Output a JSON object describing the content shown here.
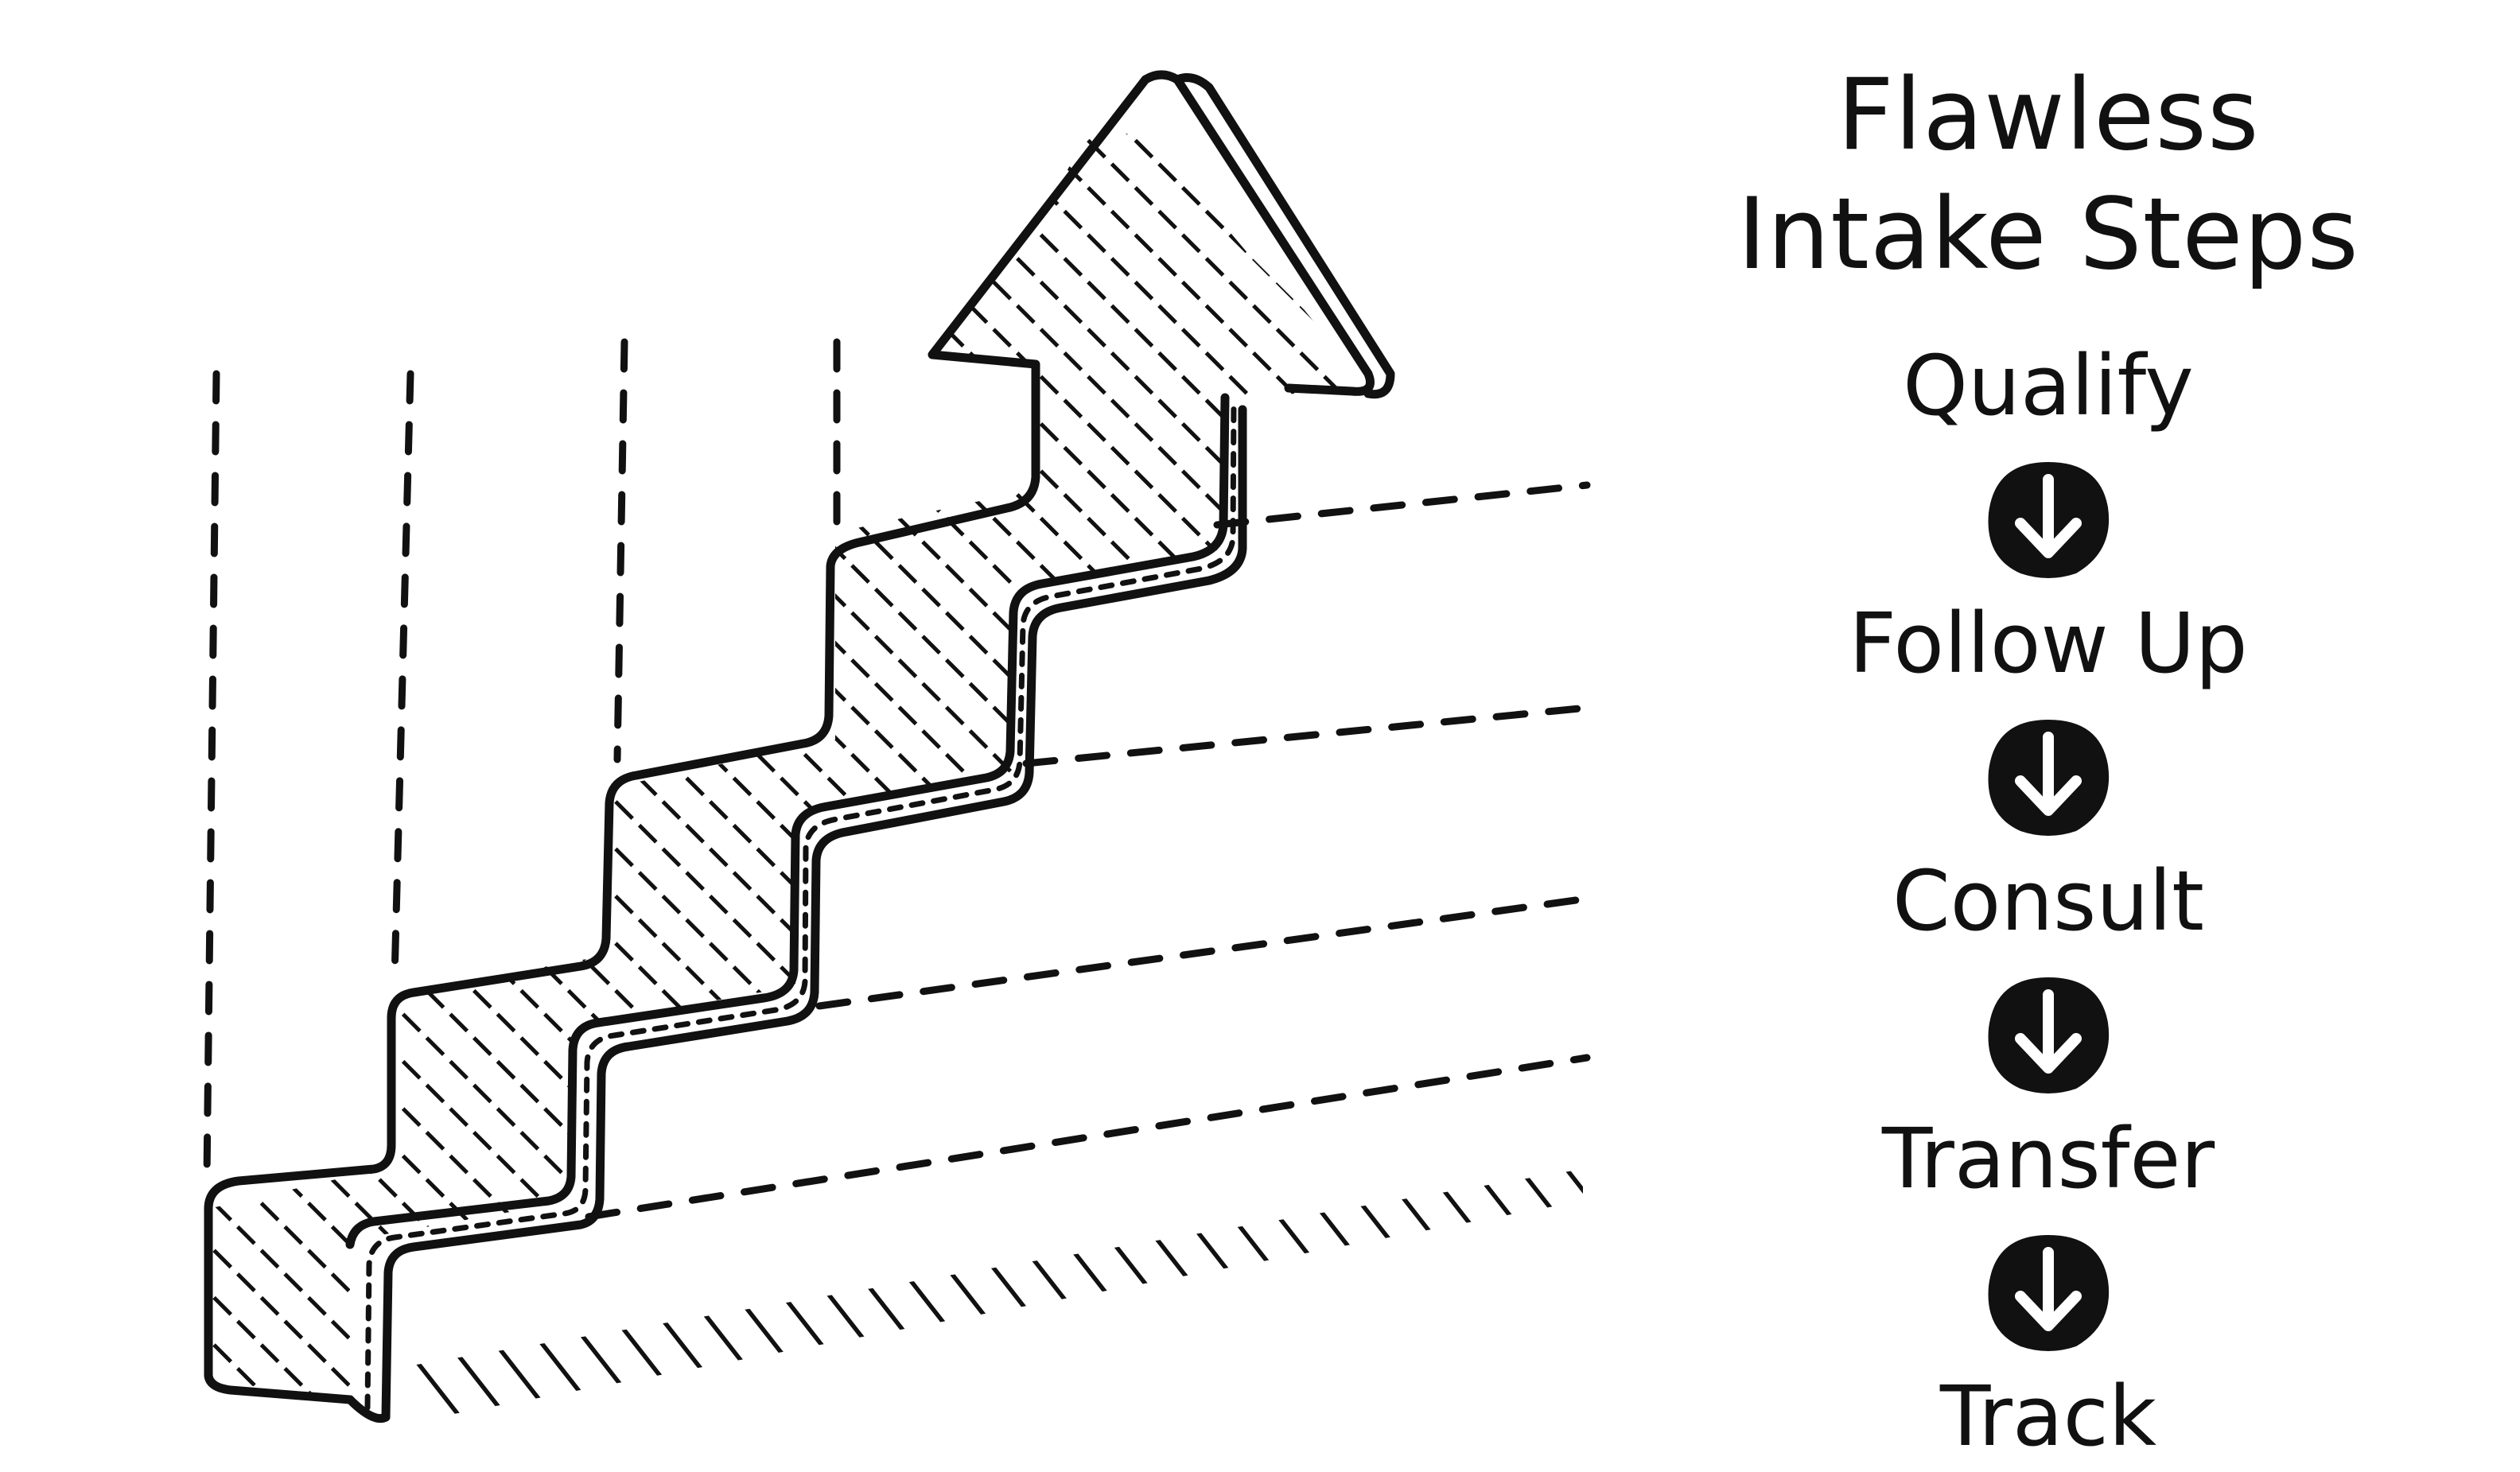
{
  "title": {
    "line1": "Flawless",
    "line2": "Intake Steps"
  },
  "steps": [
    {
      "label": "Qualify"
    },
    {
      "label": "Follow Up"
    },
    {
      "label": "Consult"
    },
    {
      "label": "Transfer"
    },
    {
      "label": "Track"
    }
  ],
  "icons": {
    "main_graphic": "staircase-arrow-icon",
    "step_connector": "arrow-down-circle-icon"
  },
  "colors": {
    "ink": "#111111",
    "background": "#ffffff"
  }
}
